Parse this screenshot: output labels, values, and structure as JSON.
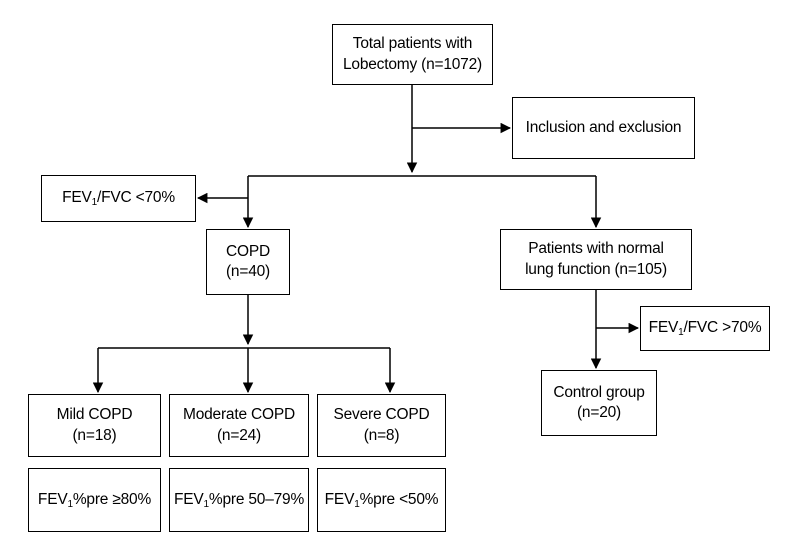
{
  "boxes": {
    "total": {
      "line1": "Total patients with",
      "line2": "Lobectomy (n=1072)"
    },
    "inclusion": {
      "label": "Inclusion and exclusion"
    },
    "fev_low": {
      "pre": "FEV",
      "sub": "1",
      "post": "/FVC <70%"
    },
    "copd": {
      "line1": "COPD",
      "line2": "(n=40)"
    },
    "normal": {
      "line1": "Patients with normal",
      "line2": "lung function (n=105)"
    },
    "fev_high": {
      "pre": "FEV",
      "sub": "1",
      "post": "/FVC >70%"
    },
    "control": {
      "line1": "Control group",
      "line2": "(n=20)"
    },
    "mild": {
      "line1": "Mild COPD",
      "line2": "(n=18)"
    },
    "moderate": {
      "line1": "Moderate COPD",
      "line2": "(n=24)"
    },
    "severe": {
      "line1": "Severe COPD",
      "line2": "(n=8)"
    },
    "mild_crit": {
      "pre": "FEV",
      "sub": "1",
      "post": "%pre ≥80%"
    },
    "moderate_crit": {
      "pre": "FEV",
      "sub": "1",
      "post": "%pre 50–79%"
    },
    "severe_crit": {
      "pre": "FEV",
      "sub": "1",
      "post": "%pre <50%"
    }
  }
}
